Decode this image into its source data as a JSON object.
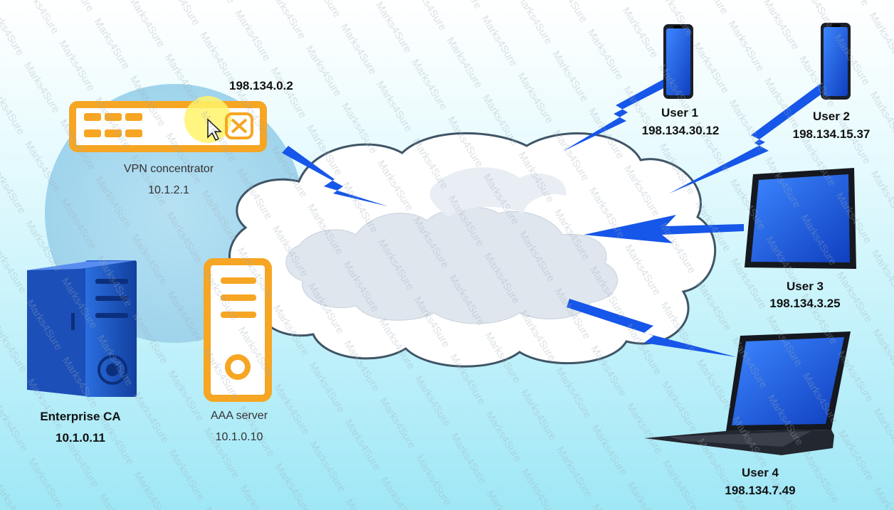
{
  "vpn": {
    "public_ip": "198.134.0.2",
    "name": "VPN concentrator",
    "ip": "10.1.2.1"
  },
  "ca": {
    "name": "Enterprise CA",
    "ip": "10.1.0.11"
  },
  "aaa": {
    "name": "AAA server",
    "ip": "10.1.0.10"
  },
  "users": [
    {
      "name": "User 1",
      "ip": "198.134.30.12",
      "device": "phone-icon"
    },
    {
      "name": "User 2",
      "ip": "198.134.15.37",
      "device": "phone-icon"
    },
    {
      "name": "User 3",
      "ip": "198.134.3.25",
      "device": "tablet-icon"
    },
    {
      "name": "User 4",
      "ip": "198.134.7.49",
      "device": "laptop-icon"
    }
  ],
  "watermark": "Marks4Sure",
  "colors": {
    "accent": "#f6a623",
    "device_blue": "#1f5fd6",
    "bolt": "#1656e8",
    "halo": "#a9dcf0"
  }
}
